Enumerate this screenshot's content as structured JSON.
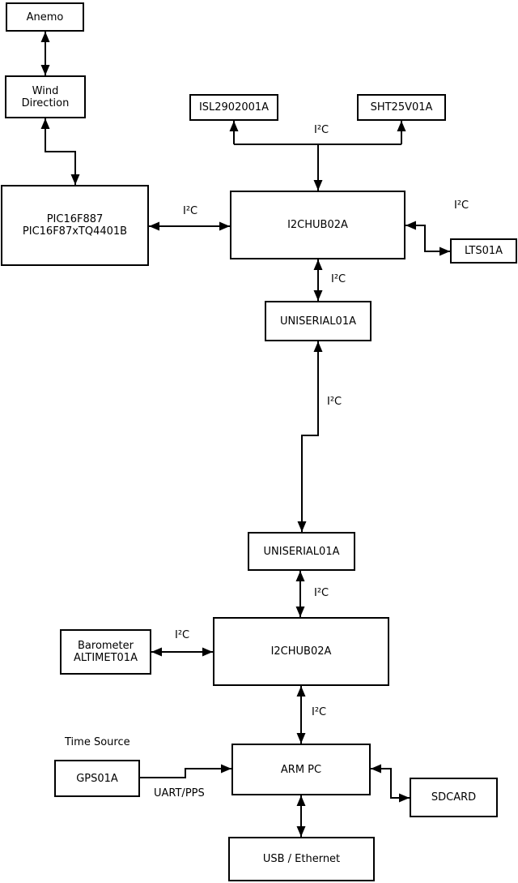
{
  "diagram": {
    "title_hint": "weather-station hardware block diagram",
    "colors": {
      "background": "#ffffff",
      "box_fill": "#ffffff",
      "box_border": "#000000",
      "line": "#000000",
      "text": "#000000"
    },
    "nodes": {
      "anemo": {
        "label": "Anemo"
      },
      "wind_direction": {
        "line1": "Wind",
        "line2": "Direction"
      },
      "pic": {
        "line1": "PIC16F887",
        "line2": "PIC16F87xTQ4401B"
      },
      "isl": {
        "label": "ISL2902001A"
      },
      "sht": {
        "label": "SHT25V01A"
      },
      "i2c_hub_top": {
        "label": "I2CHUB02A"
      },
      "lts": {
        "label": "LTS01A"
      },
      "uniserial_top": {
        "label": "UNISERIAL01A"
      },
      "uniserial_bottom": {
        "label": "UNISERIAL01A"
      },
      "i2c_hub_bottom": {
        "label": "I2CHUB02A"
      },
      "barometer": {
        "line1": "Barometer",
        "line2": "ALTIMET01A"
      },
      "gps": {
        "label": "GPS01A"
      },
      "arm_pc": {
        "label": "ARM PC"
      },
      "sdcard": {
        "label": "SDCARD"
      },
      "usb_ethernet": {
        "label": "USB / Ethernet"
      }
    },
    "edge_labels": {
      "i2c": "I²C",
      "uart_pps": "UART/PPS",
      "time_source": "Time Source"
    }
  }
}
